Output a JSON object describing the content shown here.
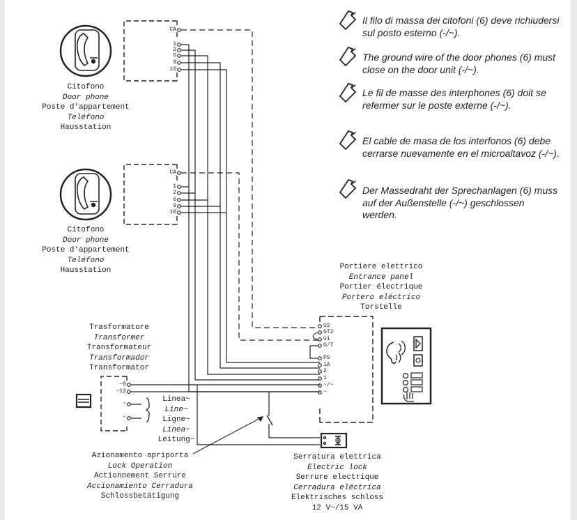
{
  "door_phone_label": [
    "Citofono",
    "Door phone",
    "Poste d'appartement",
    "Teléfono",
    "Hausstation"
  ],
  "phone_terminals": [
    "CA",
    "1",
    "2",
    "6",
    "9",
    "10"
  ],
  "entrance_panel_label": [
    "Portiere elettrico",
    "Entrance panel",
    "Portier électrique",
    "Portero eléctrico",
    "Torstelle"
  ],
  "panel_terminals": [
    "U2",
    "GT2",
    "U1",
    "G/T",
    "PS",
    "1A",
    "2",
    "1",
    "~/~",
    "~"
  ],
  "transformer_label": [
    "Trasformatore",
    "Transformer",
    "Transformateur",
    "Transformador",
    "Transformator"
  ],
  "transformer_terminals": [
    "~0",
    "~12",
    "~",
    "~"
  ],
  "line_label": [
    "Linea~",
    "Line~",
    "Ligne~",
    "Linea~",
    "Leitung~"
  ],
  "lock_operation_label": [
    "Azionamento apriporta",
    "Lock Operation",
    "Actionnement Serrure",
    "Accionamiento Cerradura",
    "Schlossbetätigung"
  ],
  "electric_lock_label": [
    "Serratura elettrica",
    "Electric lock",
    "Serrure electrique",
    "Cerradura eléctrica",
    "Elektrisches schloss",
    "12 V~/15 VA"
  ],
  "notes": [
    "Il filo di massa dei citofoni (6) deve richiudersi sul posto esterno (-/~).",
    "The ground wire of the door phones (6) must close on the door unit (-/~).",
    "Le fil de masse des interphones (6) doit se refermer sur le poste externe (-/~).",
    "El cable de masa de los interfonos (6) debe cerrarse nuevamente en el microaltavoz (-/~).",
    "Der Massedraht der Sprechanlagen (6) muss auf der Außenstelle (-/~) geschlossen werden."
  ],
  "colors": {
    "page": "#ffffff",
    "frame": "#e9e9e9",
    "ink": "#222222"
  }
}
